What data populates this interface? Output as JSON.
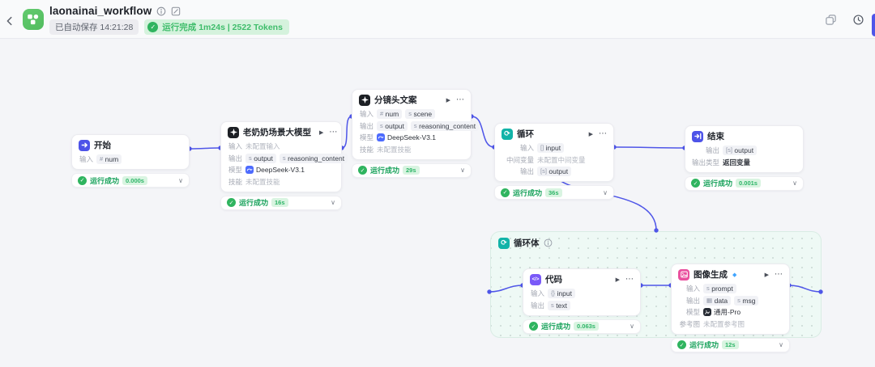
{
  "colors": {
    "accent": "#4f56e8",
    "success": "#2fb45f",
    "success-text": "#18a25b",
    "badge-bg": "#d9f4e1",
    "badge-text": "#2db567",
    "node-start": "#4d53e8",
    "node-llm": "#1d2025",
    "node-loop": "#12b3a8",
    "node-end": "#4d53e8",
    "node-code": "#7a5af8",
    "node-image": "#e9509e",
    "app-green": "#52bd5f",
    "gem": "#3fa4ff"
  },
  "icons": {
    "menu": "⋯",
    "play": "▶",
    "chevron_down": "∨",
    "check": "✓",
    "loop": "⟳",
    "code": "</>"
  },
  "header": {
    "title": "laonainai_workflow",
    "autosave": "已自动保存 14:21:28",
    "run_status": "运行完成 1m24s | 2522 Tokens"
  },
  "nodes": {
    "start": {
      "title": "开始",
      "rows": [
        {
          "label": "输入",
          "tags": [
            {
              "t": "#",
              "name": "num"
            }
          ]
        }
      ],
      "run": {
        "status": "运行成功",
        "time": "0.000s"
      }
    },
    "grandma_llm": {
      "title": "老奶奶场景大模型",
      "rows": [
        {
          "label": "输入",
          "empty": "未配置输入"
        },
        {
          "label": "输出",
          "tags": [
            {
              "t": "s",
              "name": "output"
            },
            {
              "t": "s",
              "name": "reasoning_content"
            }
          ]
        },
        {
          "label": "模型",
          "model": "DeepSeek-V3.1"
        },
        {
          "label": "技能",
          "empty": "未配置技能"
        }
      ],
      "run": {
        "status": "运行成功",
        "time": "16s"
      }
    },
    "storyboard": {
      "title": "分镜头文案",
      "rows": [
        {
          "label": "输入",
          "tags": [
            {
              "t": "#",
              "name": "num"
            },
            {
              "t": "s",
              "name": "scene"
            }
          ]
        },
        {
          "label": "输出",
          "tags": [
            {
              "t": "s",
              "name": "output"
            },
            {
              "t": "s",
              "name": "reasoning_content"
            }
          ]
        },
        {
          "label": "模型",
          "model": "DeepSeek-V3.1"
        },
        {
          "label": "技能",
          "empty": "未配置技能"
        }
      ],
      "run": {
        "status": "运行成功",
        "time": "29s"
      }
    },
    "loop": {
      "title": "循环",
      "rows": [
        {
          "label": "输入",
          "tags": [
            {
              "t": "[]",
              "name": "input"
            }
          ]
        },
        {
          "label": "中间变量",
          "empty": "未配置中间变量"
        },
        {
          "label": "输出",
          "tags": [
            {
              "t": "[s]",
              "name": "output"
            }
          ]
        }
      ],
      "run": {
        "status": "运行成功",
        "time": "36s"
      }
    },
    "end": {
      "title": "结束",
      "rows": [
        {
          "label": "输出",
          "tags": [
            {
              "t": "[s]",
              "name": "output"
            }
          ]
        },
        {
          "label": "输出类型",
          "value": "返回变量"
        }
      ],
      "run": {
        "status": "运行成功",
        "time": "0.001s"
      }
    },
    "loop_body": {
      "title": "循环体"
    },
    "code": {
      "title": "代码",
      "rows": [
        {
          "label": "输入",
          "tags": [
            {
              "t": "{}",
              "name": "input"
            }
          ]
        },
        {
          "label": "输出",
          "tags": [
            {
              "t": "s",
              "name": "text"
            }
          ]
        }
      ],
      "run": {
        "status": "运行成功",
        "time": "0.063s"
      }
    },
    "image_gen": {
      "title": "图像生成",
      "rows": [
        {
          "label": "输入",
          "tags": [
            {
              "t": "s",
              "name": "prompt"
            }
          ]
        },
        {
          "label": "输出",
          "tags": [
            {
              "t": "▦",
              "name": "data"
            },
            {
              "t": "s",
              "name": "msg"
            }
          ]
        },
        {
          "label": "模型",
          "model": "通用-Pro"
        },
        {
          "label": "参考图",
          "empty": "未配置参考图"
        }
      ],
      "run": {
        "status": "运行成功",
        "time": "12s"
      }
    }
  }
}
